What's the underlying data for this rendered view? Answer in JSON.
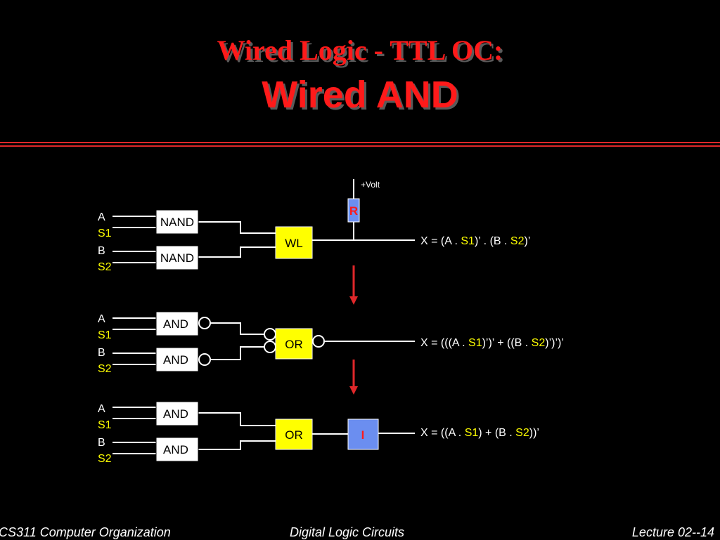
{
  "title": {
    "line1": "Wired Logic - TTL OC:",
    "line2": "Wired AND"
  },
  "colors": {
    "background": "#000000",
    "title": "#ff1a1a",
    "accent_yellow": "#ffff00",
    "resistor_blue": "#6b8ef0",
    "arrow_red": "#e0272a"
  },
  "inputs": {
    "a": "A",
    "s1": "S1",
    "b": "B",
    "s2": "S2"
  },
  "circuit1": {
    "gate_top": "NAND",
    "gate_bottom": "NAND",
    "wired": "WL",
    "resistor": "R",
    "supply": "+Volt",
    "equation": {
      "prefix": "X = (A . ",
      "s1": "S1",
      "mid": ")’ . (B . ",
      "s2": "S2",
      "suffix": ")’"
    }
  },
  "circuit2": {
    "gate_top": "AND",
    "gate_bottom": "AND",
    "combine": "OR",
    "equation": {
      "prefix": "X = (((A . ",
      "s1": "S1",
      "mid": ")’)’ + ((B . ",
      "s2": "S2",
      "suffix": ")’)’)’"
    }
  },
  "circuit3": {
    "gate_top": "AND",
    "gate_bottom": "AND",
    "combine": "OR",
    "inverter": "I",
    "equation": {
      "prefix": "X = ((A . ",
      "s1": "S1",
      "mid": ") + (B . ",
      "s2": "S2",
      "suffix": "))’"
    }
  },
  "footer": {
    "left": "CS311 Computer Organization",
    "center": "Digital  Logic Circuits",
    "right": "Lecture 02--14"
  }
}
